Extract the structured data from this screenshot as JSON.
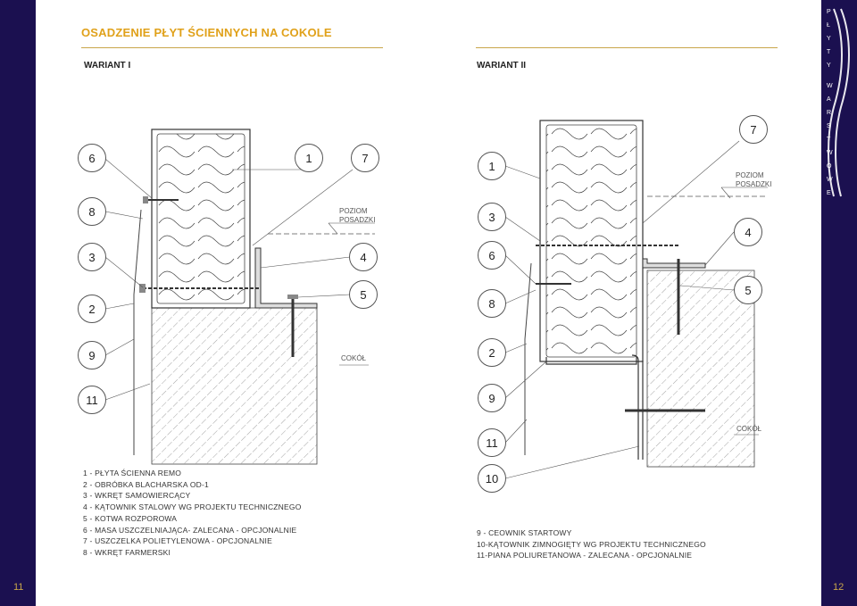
{
  "title": "OSADZENIE PŁYT ŚCIENNYCH NA COKOLE",
  "variant_1": {
    "label": "WARIANT I",
    "callouts": [
      "6",
      "1",
      "7",
      "8",
      "3",
      "4",
      "2",
      "5",
      "9",
      "11"
    ],
    "floor_label": [
      "POZIOM",
      "POSADZKI"
    ],
    "plinth_label": "COKÓŁ",
    "legend": [
      "1 - PŁYTA ŚCIENNA REMO",
      "2 - OBRÓBKA BLACHARSKA OD-1",
      "3 - WKRĘT SAMOWIERCĄCY",
      "4 - KĄTOWNIK STALOWY WG PROJEKTU TECHNICZNEGO",
      "5 - KOTWA ROZPOROWA",
      "6 - MASA USZCZELNIAJĄCA- ZALECANA - OPCJONALNIE",
      "7 - USZCZELKA POLIETYLENOWA - OPCJONALNIE",
      "8 - WKRĘT FARMERSKI"
    ]
  },
  "variant_2": {
    "label": "WARIANT II",
    "callouts": [
      "1",
      "7",
      "3",
      "4",
      "6",
      "5",
      "8",
      "2",
      "9",
      "11",
      "10"
    ],
    "floor_label": [
      "POZIOM",
      "POSADZKI"
    ],
    "plinth_label": "COKÓŁ",
    "legend": [
      "9 - CEOWNIK STARTOWY",
      "10-KĄTOWNIK ZIMNOGIĘTY WG PROJEKTU TECHNICZNEGO",
      "11-PIANA POLIURETANOWA - ZALECANA - OPCJONALNIE"
    ]
  },
  "brand_vertical_text": [
    "P",
    "Ł",
    "Y",
    "T",
    "Y",
    "W",
    "A",
    "R",
    "S",
    "T",
    "W",
    "O",
    "W",
    "E"
  ],
  "page_left": "11",
  "page_right": "12",
  "colors": {
    "navy": "#1b1050",
    "gold": "#c9a64a",
    "title": "#e0a11a"
  }
}
